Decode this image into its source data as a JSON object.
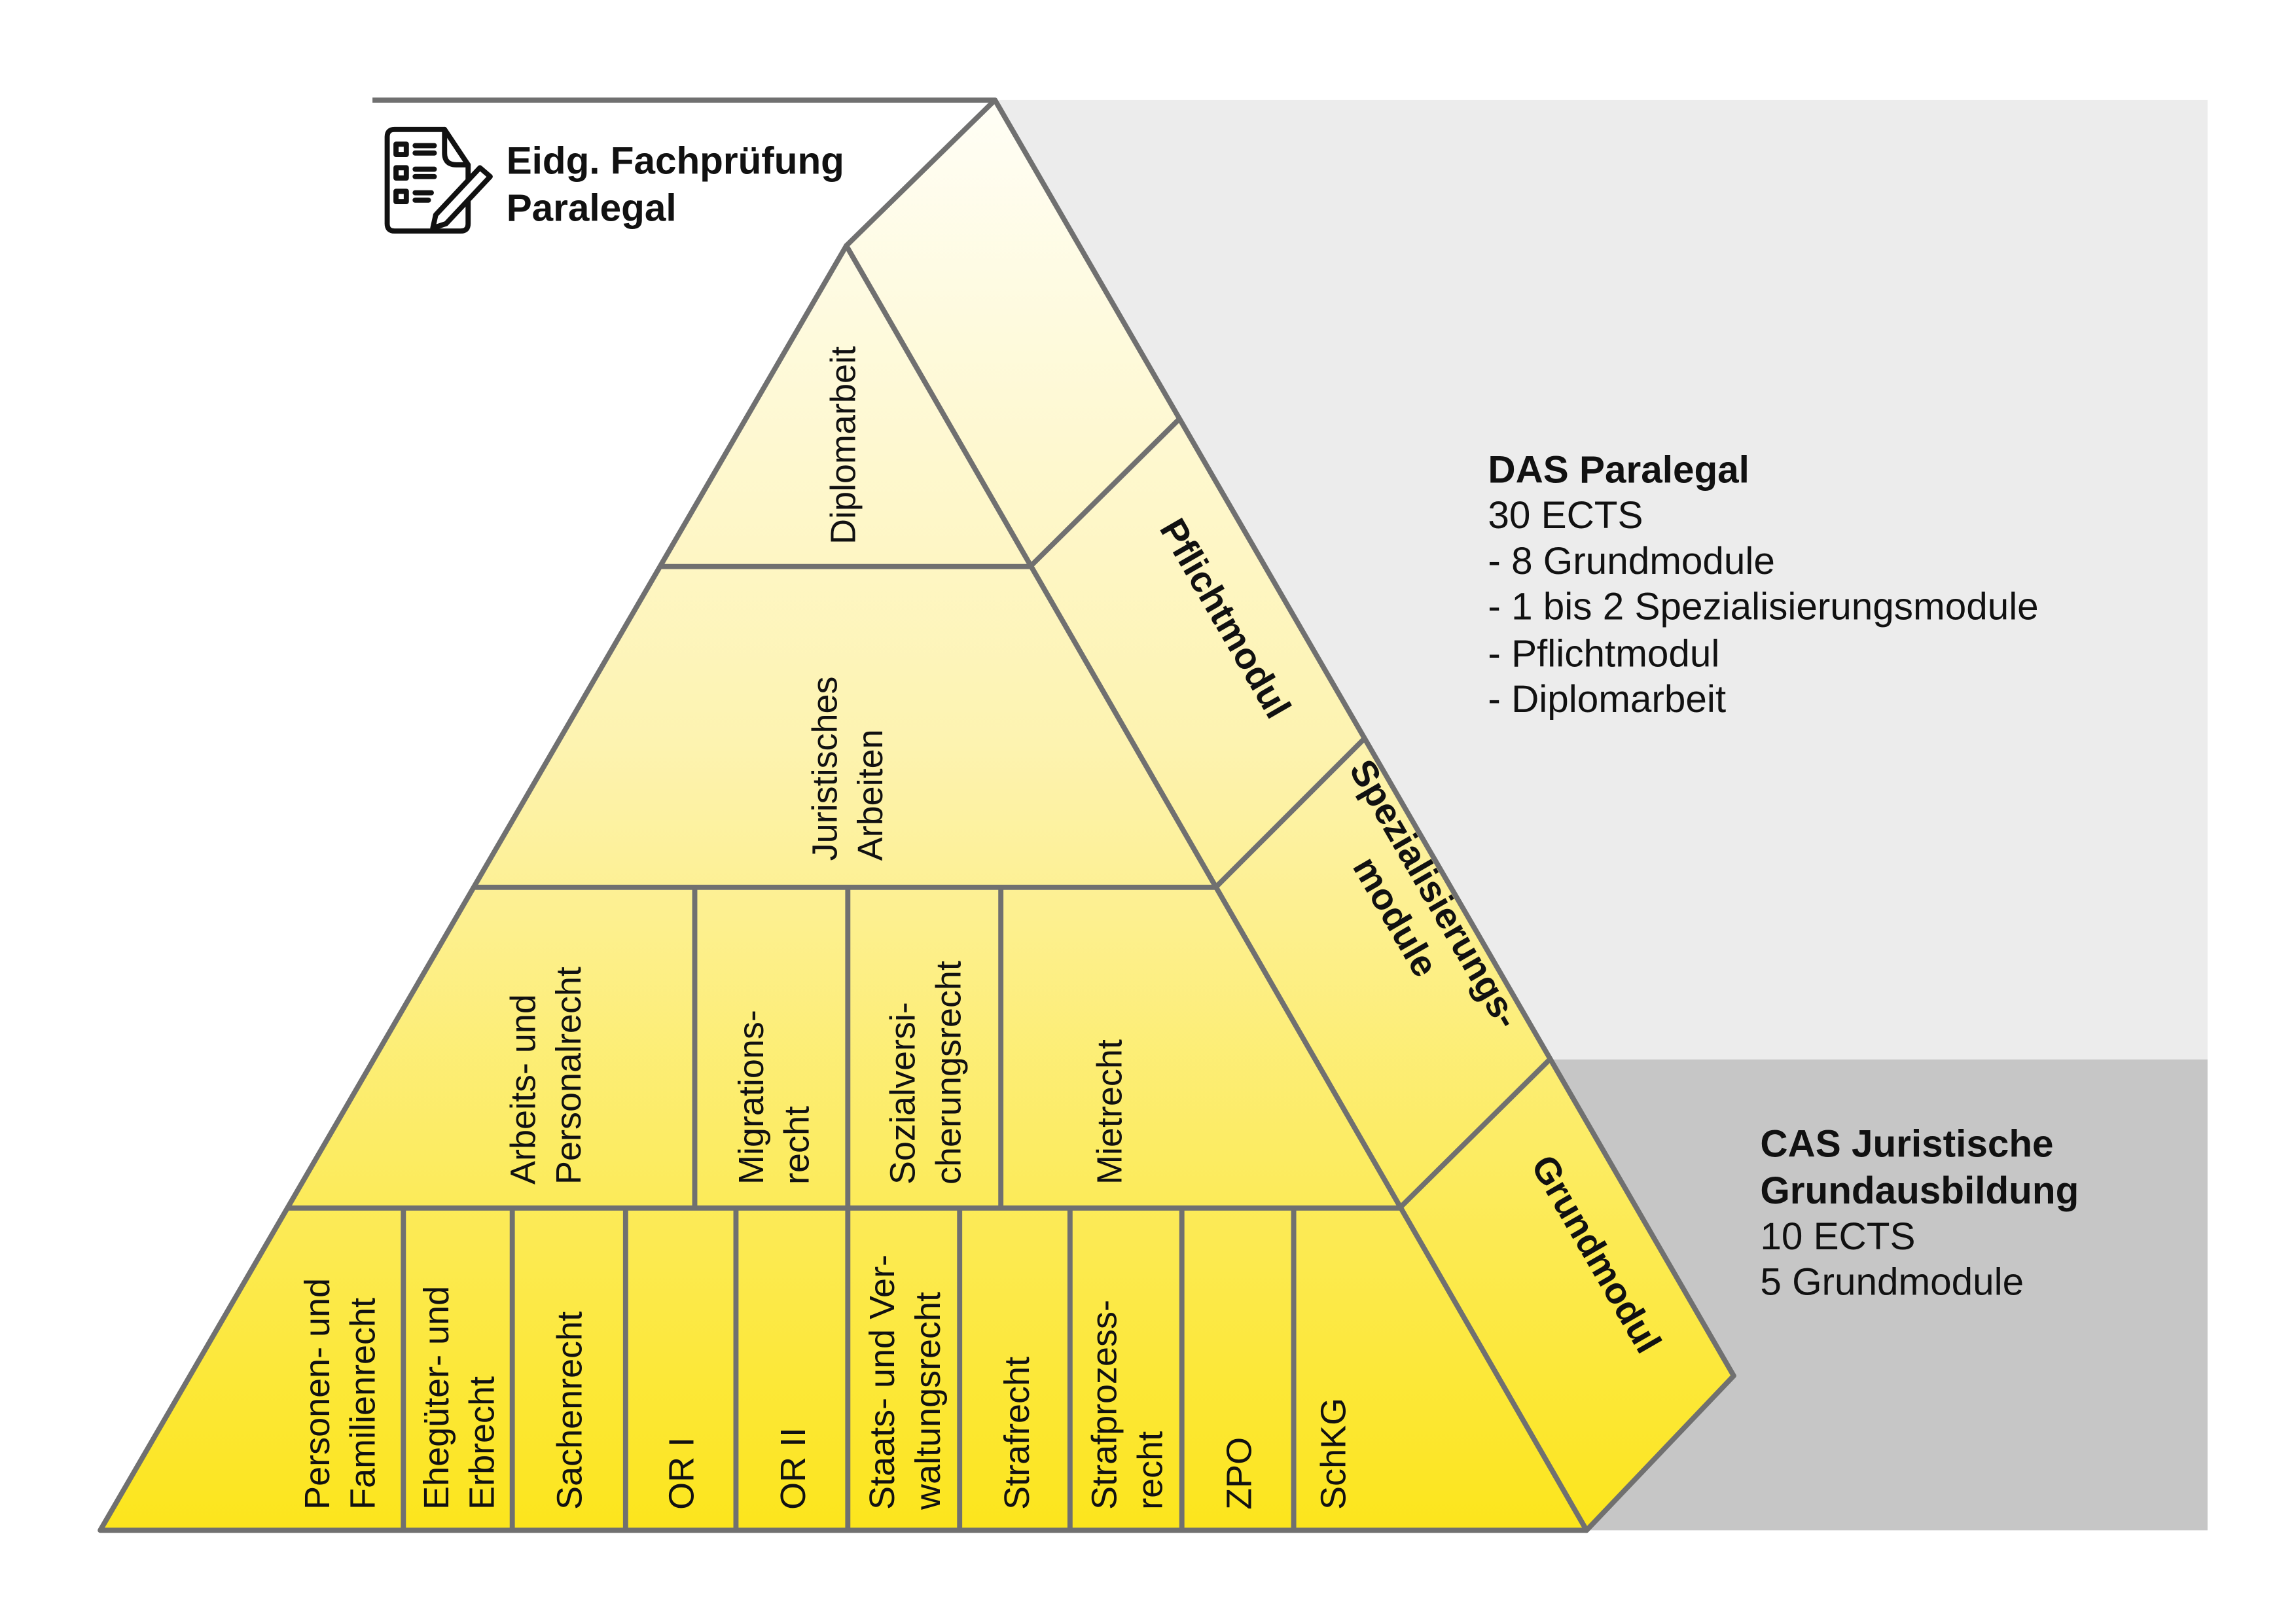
{
  "header": {
    "title_lines": [
      "Eidg. Fachprüfung",
      "Paralegal"
    ],
    "icon": "checklist-pencil-icon"
  },
  "pyramid": {
    "apex": {
      "name": "diplomarbeit",
      "lines": [
        "Diplomarbeit"
      ]
    },
    "level2": {
      "name": "juristisches-arbeiten",
      "lines": [
        "Juristisches",
        "Arbeiten"
      ]
    },
    "level3": [
      {
        "lines": [
          "Arbeits- und",
          "Personalrecht"
        ]
      },
      {
        "lines": [
          "Migrations-",
          "recht"
        ]
      },
      {
        "lines": [
          "Sozialversi-",
          "cherungsrecht"
        ]
      },
      {
        "lines": [
          "Mietrecht"
        ]
      }
    ],
    "level4": [
      {
        "lines": [
          "Personen- und",
          "Familienrecht"
        ]
      },
      {
        "lines": [
          "Ehegüter- und",
          "Erbrecht"
        ]
      },
      {
        "lines": [
          "Sachenrecht"
        ]
      },
      {
        "lines": [
          "OR I"
        ]
      },
      {
        "lines": [
          "OR II"
        ]
      },
      {
        "lines": [
          "Staats- und Ver-",
          "waltungsrecht"
        ]
      },
      {
        "lines": [
          "Strafrecht"
        ]
      },
      {
        "lines": [
          "Strafprozess-",
          "recht"
        ]
      },
      {
        "lines": [
          "ZPO"
        ]
      },
      {
        "lines": [
          "SchKG"
        ]
      }
    ],
    "side": [
      {
        "lines": [
          "Pflichtmodul"
        ]
      },
      {
        "lines": [
          "Spezialisierungs-",
          "module"
        ]
      },
      {
        "lines": [
          "Grundmodul"
        ]
      }
    ]
  },
  "das": {
    "title": "DAS Paralegal",
    "lines": [
      "30 ECTS",
      "- 8 Grundmodule",
      "- 1 bis 2 Spezialisierungsmodule",
      "- Pflichtmodul",
      "- Diplomarbeit"
    ]
  },
  "cas": {
    "title_lines": [
      "CAS Juristische",
      "Grundausbildung"
    ],
    "lines": [
      "10 ECTS",
      "5 Grundmodule"
    ]
  },
  "colors": {
    "das_bg": "#ececec",
    "cas_bg": "#c6c6c6",
    "top": "#fffef6",
    "bottom": "#fce51c",
    "stroke": "#707070"
  }
}
